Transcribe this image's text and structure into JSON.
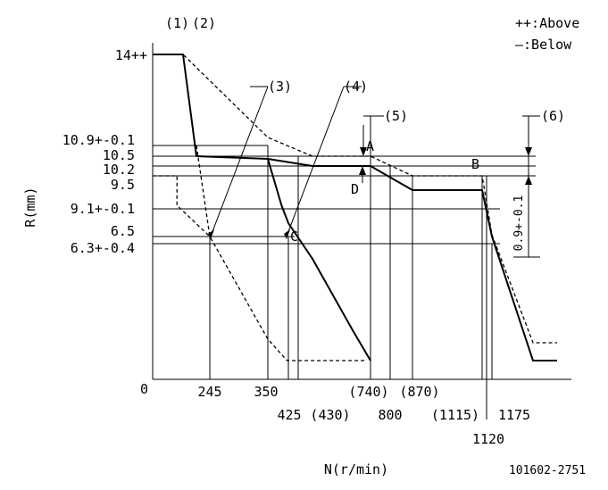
{
  "chart_data": {
    "type": "line",
    "title": "",
    "xlabel": "N(r/min)",
    "ylabel": "R(mm)",
    "figure_id": "101602-2751",
    "top_labels": [
      "(1)",
      "(2)"
    ],
    "legend": {
      "above": "++:Above",
      "below": "—:Below"
    },
    "y_ticks": [
      "14++",
      "10.9+-0.1",
      "10.5",
      "10.2",
      "9.5",
      "9.1+-0.1",
      "6.5",
      "6.3+-0.4"
    ],
    "x_ticks": [
      "0",
      "245",
      "350",
      "425",
      "(430)",
      "(740)",
      "800",
      "(870)",
      "(1115)",
      "1120",
      "1175"
    ],
    "callouts": [
      "(3)",
      "(4)",
      "(5)",
      "(6)"
    ],
    "points": [
      "A",
      "B",
      "C",
      "D"
    ],
    "right_dim": "0.9+-0.1",
    "series": [
      {
        "style": "solid",
        "x": [
          0,
          100,
          170,
          350,
          500,
          740,
          870,
          1115,
          1175,
          1310,
          1350
        ],
        "y": [
          14,
          14,
          10.5,
          10.4,
          10.2,
          10.2,
          9.4,
          9.4,
          6.6,
          1.2,
          1.2
        ]
      },
      {
        "style": "solid",
        "x": [
          350,
          400,
          425,
          500,
          620,
          660
        ],
        "y": [
          10.4,
          8.0,
          7.0,
          6.0,
          3.2,
          1.2
        ]
      },
      {
        "style": "dashed",
        "x": [
          0,
          100,
          350,
          500,
          740,
          870,
          1115,
          1175,
          1310,
          1350
        ],
        "y": [
          14,
          14,
          10.8,
          10.5,
          10.5,
          9.7,
          9.7,
          6.9,
          1.7,
          1.7
        ]
      },
      {
        "style": "dashed",
        "x": [
          170,
          245,
          350,
          420,
          450,
          650
        ],
        "y": [
          10.9,
          6.5,
          3.0,
          1.2,
          1.2,
          1.2
        ]
      },
      {
        "style": "dashed",
        "x": [
          0,
          80,
          80,
          245
        ],
        "y": [
          9.5,
          9.5,
          8.0,
          6.5
        ]
      }
    ]
  }
}
